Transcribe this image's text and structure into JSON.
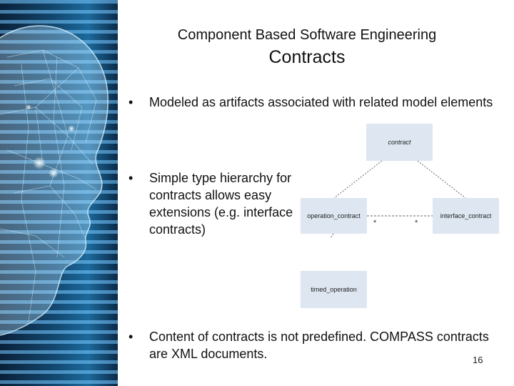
{
  "slide": {
    "subtitle": "Component Based Software Engineering",
    "title": "Contracts",
    "bullets": [
      "Modeled as artifacts associated with related model elements",
      "Simple type hierarchy for contracts allows easy extensions (e.g. interface contracts)",
      "Content of contracts is not predefined. COMPASS contracts are XML documents."
    ],
    "bullet_symbol": "•",
    "page_number": "16"
  },
  "diagram": {
    "contract": "contract",
    "operation_contract": "operation_contract",
    "interface_contract": "interface_contract",
    "timed_operation": "timed_operation",
    "multiplicity_left": "*",
    "multiplicity_right": "*"
  },
  "colors": {
    "box_fill": "#dde6f1",
    "art_dark": "#0a2038",
    "art_light": "#78c8ff"
  }
}
